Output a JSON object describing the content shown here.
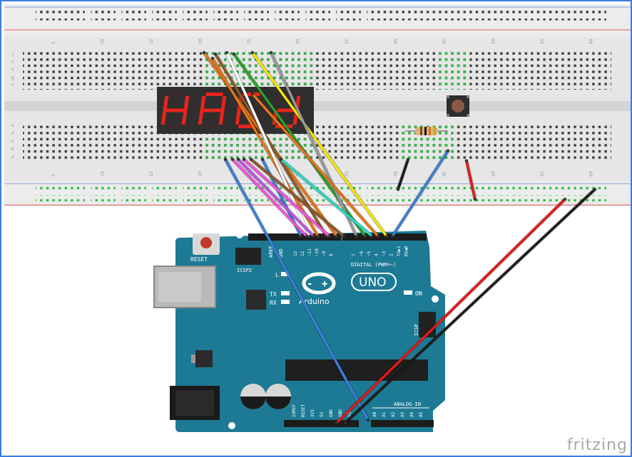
{
  "display": {
    "digits": [
      "H",
      "A",
      "C",
      "D"
    ],
    "segment_color": "#e8241c"
  },
  "breadboard": {
    "column_numbers": [
      "5",
      "10",
      "15",
      "20",
      "25",
      "30",
      "35",
      "40",
      "45",
      "50",
      "55",
      "60"
    ],
    "row_letters_top": [
      "j",
      "i",
      "h",
      "g",
      "f"
    ],
    "row_letters_bottom": [
      "e",
      "d",
      "c",
      "b",
      "a"
    ]
  },
  "board": {
    "reset_label": "RESET",
    "icsp2_label": "ICSP2",
    "icsp_label": "ICSP",
    "aref_label": "AREF",
    "gnd_label": "GND",
    "digital_header_pins": [
      "13",
      "12",
      "~11",
      "~10",
      "~9",
      "8",
      "7",
      "~6",
      "~5",
      "4",
      "~3",
      "2",
      "TX▶1",
      "RX◀0"
    ],
    "digital_label": "DIGITAL (PWM=~)",
    "l_label": "L",
    "tx_label": "TX",
    "rx_label": "RX",
    "on_label": "ON",
    "brand_label": "Arduino",
    "model_label": "UNO",
    "analog_label": "ANALOG IN",
    "power_pins": [
      "IOREF",
      "RESET",
      "3V3",
      "5V",
      "GND",
      "GND",
      "VIN"
    ],
    "analog_pins": [
      "A0",
      "A1",
      "A2",
      "A3",
      "A4",
      "A5"
    ]
  },
  "wire_colors": [
    "#e2761a",
    "#8b5a2b",
    "#ffffff",
    "#2ca02c",
    "#f2e600",
    "#999999",
    "#3a7fd6",
    "#ee54d8",
    "#b855e0",
    "#2ed5c0",
    "#1d1d1d",
    "#e01b1b"
  ],
  "branding": {
    "tool": "fritzing"
  }
}
